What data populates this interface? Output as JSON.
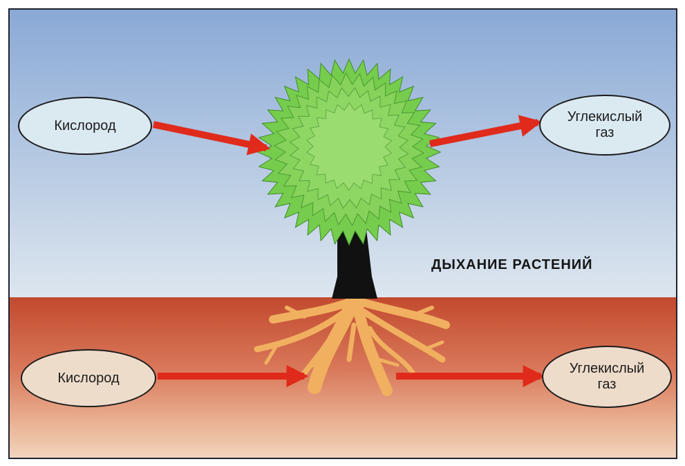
{
  "title": "ДЫХАНИЕ РАСТЕНИЙ",
  "air": {
    "input_label": "Кислород",
    "output_line1": "Углекислый",
    "output_line2": "газ"
  },
  "soil": {
    "input_label": "Кислород",
    "output_line1": "Углекислый",
    "output_line2": "газ"
  },
  "colors": {
    "arrow": "#e02a1b",
    "foliage": "#6ec94a",
    "trunk": "#111111",
    "roots": "#f0b060",
    "sky": "#9db8dc",
    "soil": "#c9553a"
  }
}
